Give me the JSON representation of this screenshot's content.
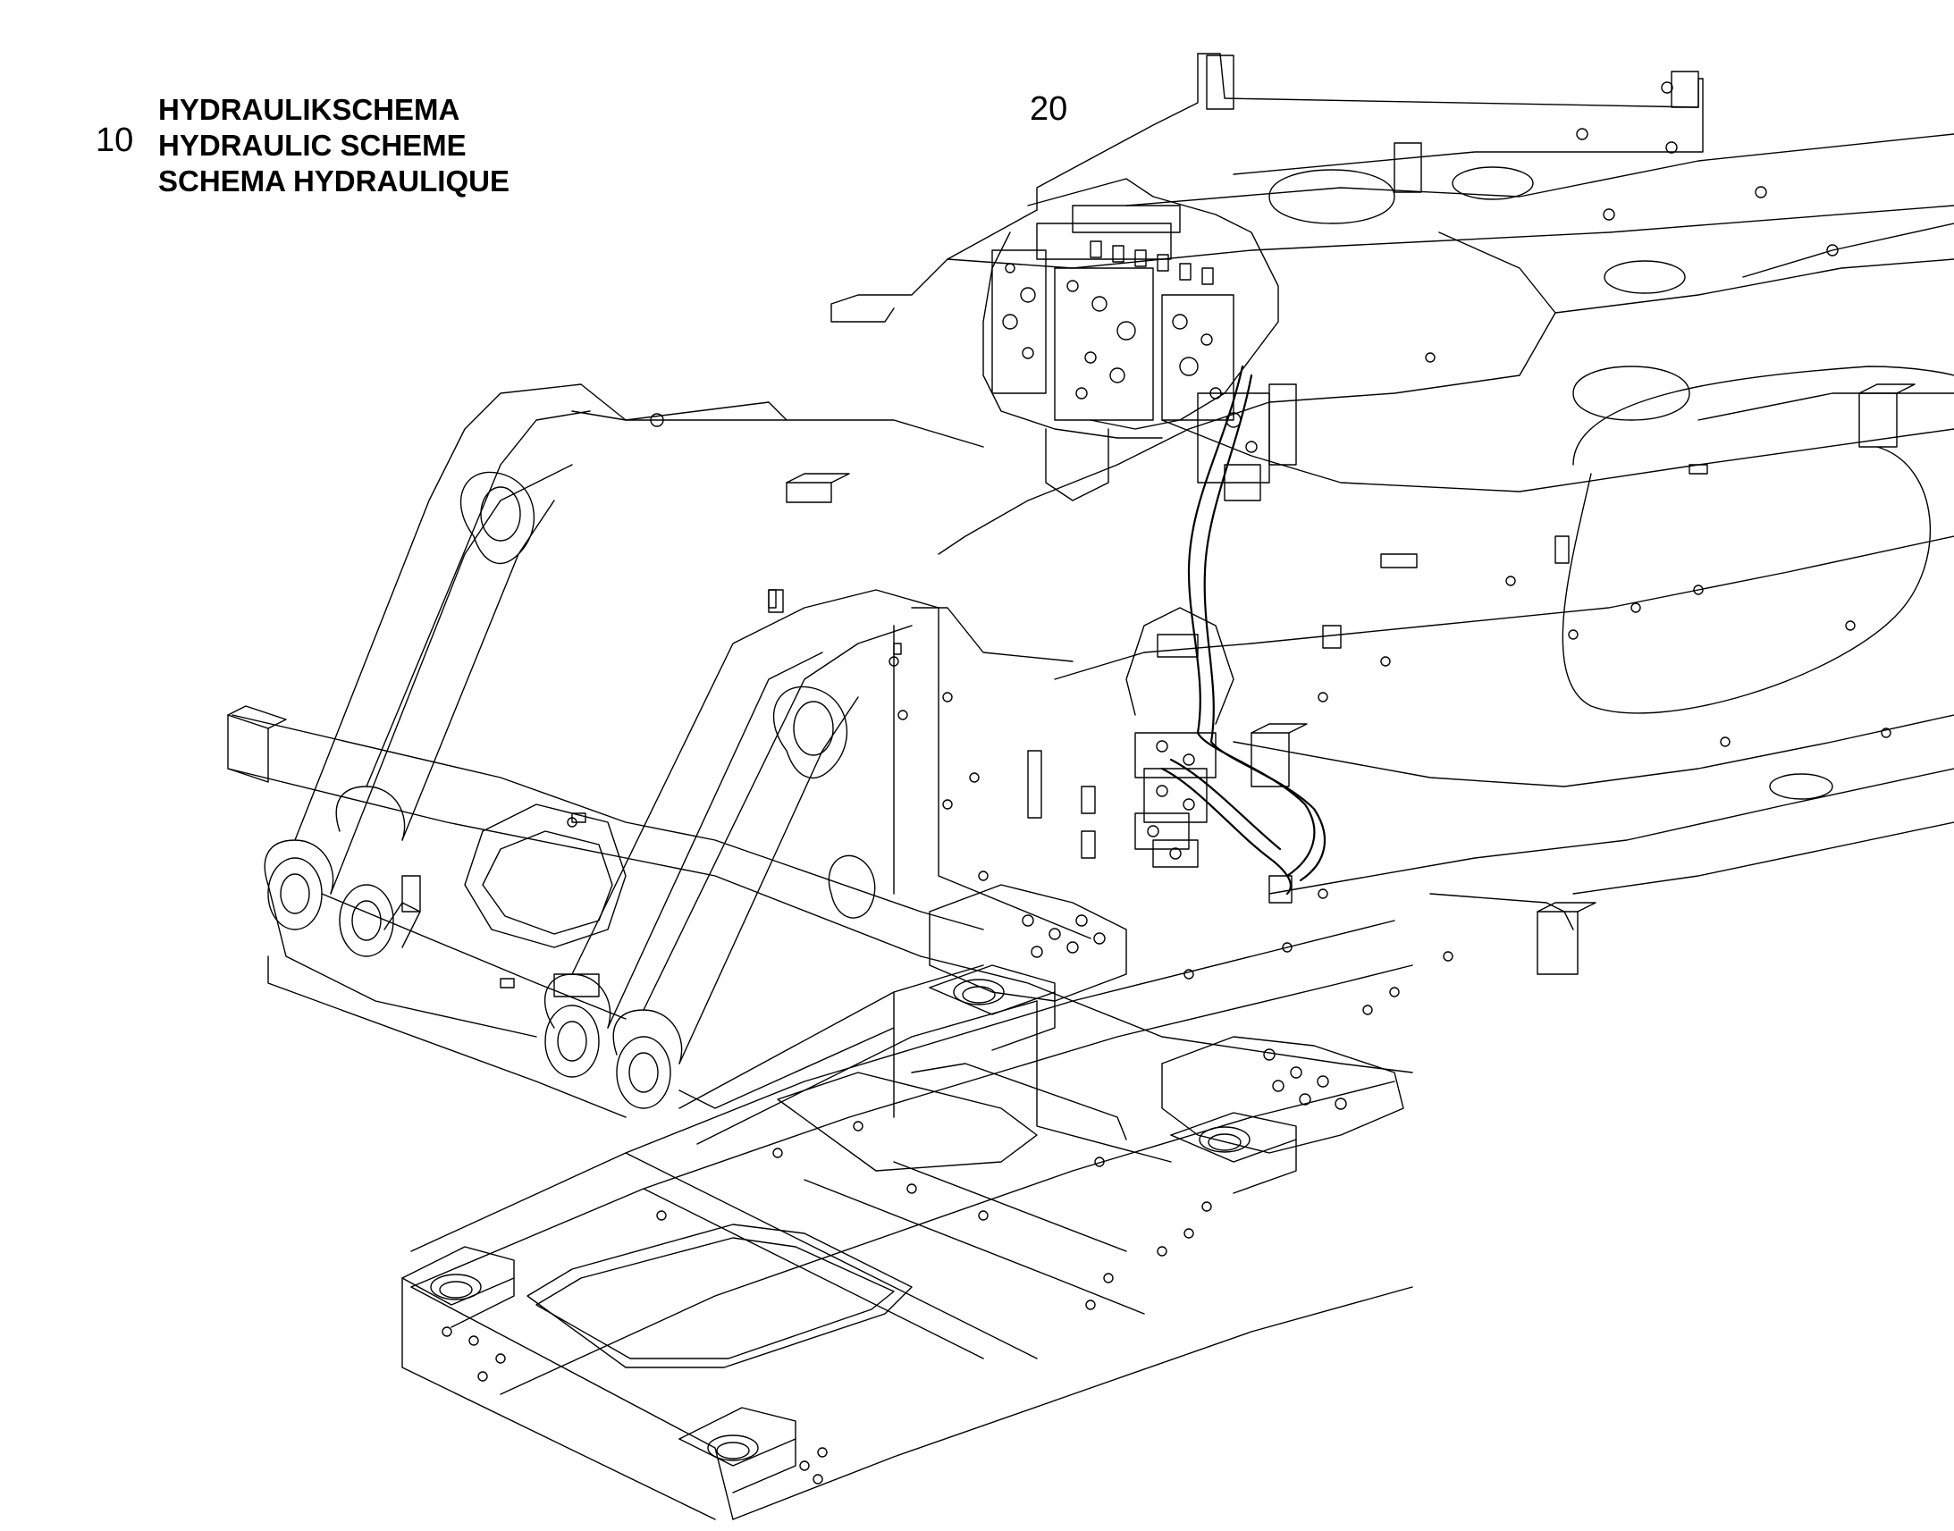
{
  "title_lines": [
    "HYDRAULIKSCHEMA",
    "HYDRAULIC SCHEME",
    "SCHEMA HYDRAULIQUE"
  ],
  "callouts": {
    "item_10": "10",
    "item_20": "20"
  },
  "colors": {
    "background": "#ffffff",
    "line": "#000000"
  }
}
